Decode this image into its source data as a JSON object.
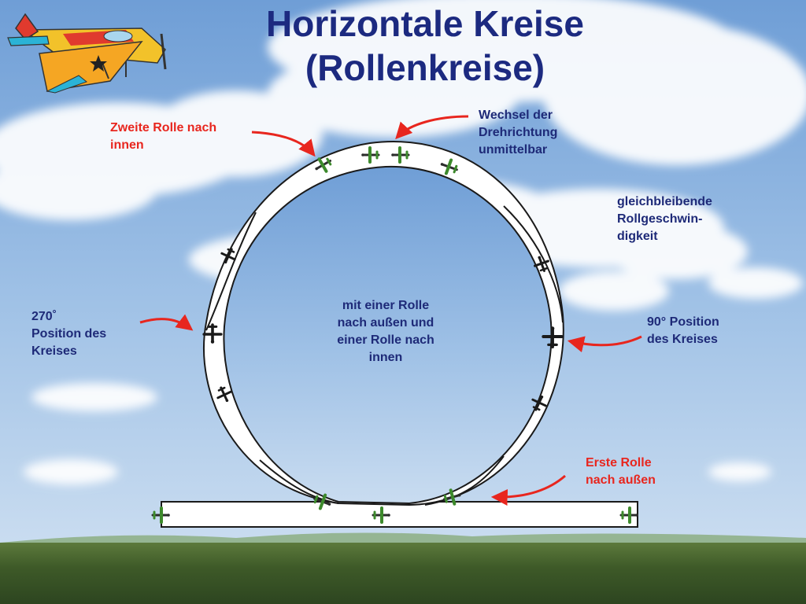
{
  "title": "Horizontale Kreise\n(Rollenkreise)",
  "labels": {
    "second_roll": "Zweite Rolle nach\ninnen",
    "reversal": "Wechsel der\nDrehrichtung\nunmittelbar",
    "constant_rate": "gleichbleibende\nRollgeschwin-\ndigkeit",
    "pos_270": "270˚\nPosition des\nKreises",
    "center": "mit einer Rolle\nnach außen und\neiner Rolle nach\ninnen",
    "pos_90": "90° Position\ndes Kreises",
    "first_roll": "Erste Rolle\nnach außen"
  },
  "colors": {
    "title": "#1c2a80",
    "annotation_red": "#e8261e",
    "annotation_blue": "#1e2a78",
    "arrow": "#e8261e",
    "sky_top": "#6f9ed6",
    "ground": "#3e5a28"
  },
  "icons": [
    "stunt-plane-icon",
    "small-plane-icon",
    "red-arrow-icon"
  ]
}
